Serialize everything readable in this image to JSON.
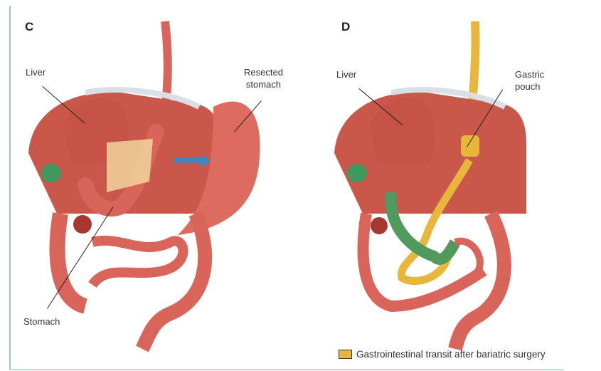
{
  "panels": [
    {
      "letter": "C",
      "labels": {
        "liver": "Liver",
        "resected_stomach_line1": "Resected",
        "resected_stomach_line2": "stomach",
        "stomach": "Stomach"
      }
    },
    {
      "letter": "D",
      "labels": {
        "liver": "Liver",
        "gastric_pouch_line1": "Gastric",
        "gastric_pouch_line2": "pouch"
      }
    }
  ],
  "legend": {
    "swatch_color": "#e9b63c",
    "text": "Gastrointestinal transit after bariatric surgery"
  },
  "colors": {
    "organ_red": "#d9645a",
    "liver": "#c9584b",
    "gallbladder": "#3e9a5f",
    "transit_yellow": "#e9b63c",
    "bypassed_green": "#4f9a5c",
    "arrow_blue": "#3f86c8",
    "frame": "#9fc4bd"
  }
}
